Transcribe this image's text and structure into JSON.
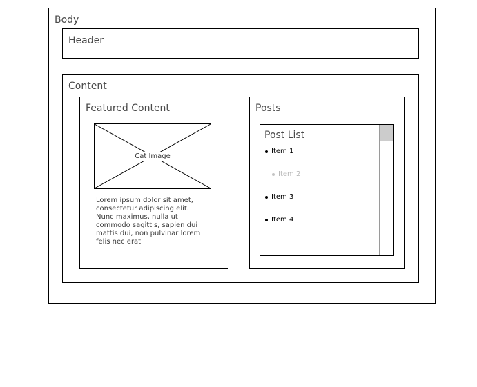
{
  "page": {
    "title": "Body"
  },
  "body_frame": {
    "label": "Body"
  },
  "header": {
    "label": "Header"
  },
  "content": {
    "label": "Content"
  },
  "featured": {
    "label": "Featured Content",
    "image": {
      "caption": "Cat Image",
      "placeholder_icon": "crossed-box-image-placeholder"
    },
    "paragraph": "Lorem ipsum dolor sit amet, consectetur adipiscing elit. Nunc maximus, nulla ut commodo sagittis, sapien dui mattis dui, non pulvinar lorem felis nec erat"
  },
  "posts": {
    "label": "Posts",
    "post_list": {
      "label": "Post List",
      "items": [
        {
          "label": "Item 1",
          "state": "enabled"
        },
        {
          "label": "Item 2",
          "state": "disabled"
        },
        {
          "label": "Item 3",
          "state": "enabled"
        },
        {
          "label": "Item 4",
          "state": "enabled"
        }
      ],
      "scrollbar": {
        "name": "vertical-scrollbar",
        "thumb_position": "top",
        "thumb_color": "#cccccc",
        "track_color": "#ffffff"
      }
    }
  },
  "colors": {
    "border": "#000000",
    "title_text": "#4a4a4a",
    "body_text": "#3a3a3a",
    "disabled_text": "#b8b8b8",
    "background": "#ffffff"
  }
}
